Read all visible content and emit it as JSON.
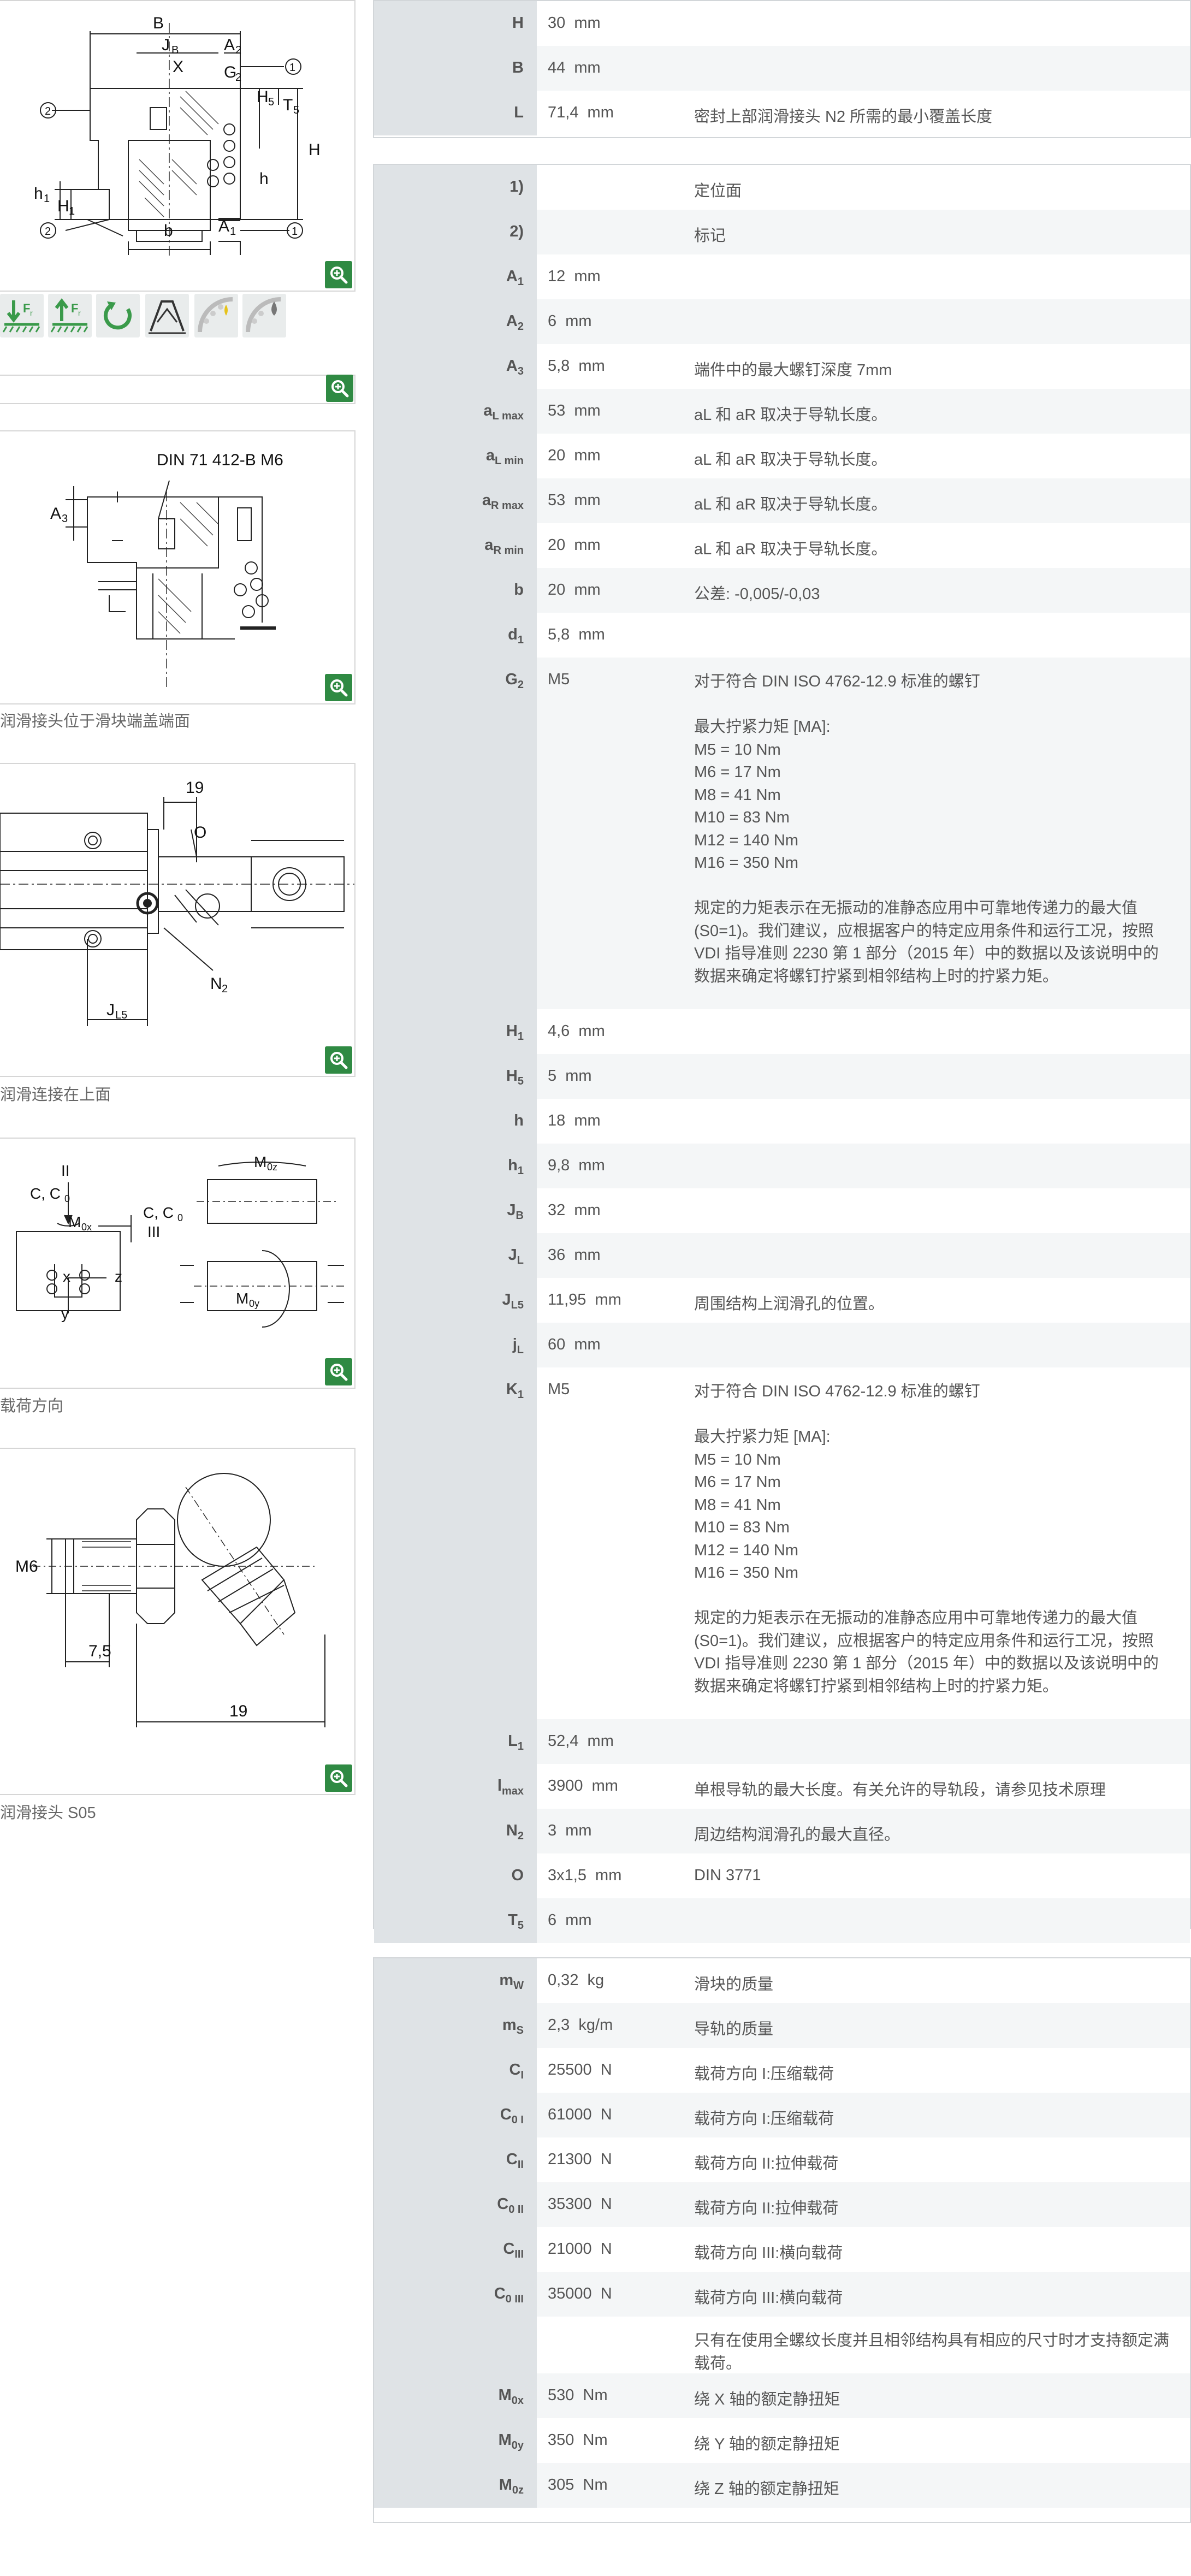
{
  "left": {
    "caption_1": "润滑接头位于滑块端盖端面",
    "caption_2": "润滑连接在上面",
    "caption_3": "载荷方向",
    "caption_4": "润滑接头 S05",
    "search": {
      "value": ""
    },
    "drawing1": {
      "labels": [
        "B",
        "J",
        "B",
        "A",
        "2",
        "X",
        "G",
        "2",
        "H",
        "5",
        "T",
        "5",
        "H",
        "h",
        "h",
        "1",
        "H",
        "1",
        "b",
        "A",
        "1",
        "1",
        "1",
        "2",
        "2"
      ]
    },
    "drawing2": {
      "din": "DIN 71 412-B M6",
      "a3": "A",
      "a3_sub": "3"
    },
    "drawing3": {
      "dim19": "19",
      "o": "O",
      "n2": "N",
      "n2_sub": "2",
      "jl5": "J",
      "jl5_sub": "L5"
    },
    "drawing4": {
      "ii": "II",
      "c_c0_1": "C, C",
      "c0sub": "0",
      "m0x": "M",
      "m0x_sub": "0x",
      "c_c0_2": "C, C",
      "iii": "III",
      "m0z": "M",
      "m0z_sub": "0z",
      "m0y": "M",
      "m0y_sub": "0y",
      "x": "x",
      "z": "z",
      "y": "y"
    },
    "drawing5": {
      "m6": "M6",
      "d75": "7,5",
      "d19": "19"
    }
  },
  "table1": [
    {
      "k": "H",
      "v": "30  mm",
      "d": ""
    },
    {
      "k": "B",
      "v": "44  mm",
      "d": ""
    },
    {
      "k": "L",
      "v": "71,4  mm",
      "d": "密封上部润滑接头 N2 所需的最小覆盖长度"
    }
  ],
  "table2": [
    {
      "k": "1)",
      "v": "",
      "d": "定位面"
    },
    {
      "k": "2)",
      "v": "",
      "d": "标记"
    },
    {
      "k": "A",
      "sub": "1",
      "v": "12  mm",
      "d": ""
    },
    {
      "k": "A",
      "sub": "2",
      "v": "6  mm",
      "d": ""
    },
    {
      "k": "A",
      "sub": "3",
      "v": "5,8  mm",
      "d": "端件中的最大螺钉深度 7mm"
    },
    {
      "k": "a",
      "sub": "L max",
      "v": "53  mm",
      "d": "aL 和 aR 取决于导轨长度。"
    },
    {
      "k": "a",
      "sub": "L min",
      "v": "20  mm",
      "d": "aL 和 aR 取决于导轨长度。"
    },
    {
      "k": "a",
      "sub": "R max",
      "v": "53  mm",
      "d": "aL 和 aR 取决于导轨长度。"
    },
    {
      "k": "a",
      "sub": "R min",
      "v": "20  mm",
      "d": "aL 和 aR 取决于导轨长度。"
    },
    {
      "k": "b",
      "v": "20  mm",
      "d": "公差: -0,005/-0,03"
    },
    {
      "k": "d",
      "sub": "1",
      "v": "5,8  mm",
      "d": ""
    },
    {
      "k": "G",
      "sub": "2",
      "v": "M5",
      "d": "对于符合 DIN ISO 4762-12.9 标准的螺钉\n\n最大拧紧力矩 [MA]:\nM5 = 10 Nm\nM6 = 17 Nm\nM8 = 41 Nm\nM10 = 83 Nm\nM12 = 140 Nm\nM16 = 350 Nm\n\n规定的力矩表示在无振动的准静态应用中可靠地传递力的最大值 (S0=1)。我们建议，应根据客户的特定应用条件和运行工况，按照 VDI 指导准则 2230 第 1 部分（2015 年）中的数据以及该说明中的数据来确定将螺钉拧紧到相邻结构上时的拧紧力矩。"
    },
    {
      "k": "H",
      "sub": "1",
      "v": "4,6  mm",
      "d": ""
    },
    {
      "k": "H",
      "sub": "5",
      "v": "5  mm",
      "d": ""
    },
    {
      "k": "h",
      "v": "18  mm",
      "d": ""
    },
    {
      "k": "h",
      "sub": "1",
      "v": "9,8  mm",
      "d": ""
    },
    {
      "k": "J",
      "sub": "B",
      "v": "32  mm",
      "d": ""
    },
    {
      "k": "J",
      "sub": "L",
      "v": "36  mm",
      "d": ""
    },
    {
      "k": "J",
      "sub": "L5",
      "v": "11,95  mm",
      "d": "周围结构上润滑孔的位置。"
    },
    {
      "k": "j",
      "sub": "L",
      "v": "60  mm",
      "d": ""
    },
    {
      "k": "K",
      "sub": "1",
      "v": "M5",
      "d": "对于符合 DIN ISO 4762-12.9 标准的螺钉\n\n最大拧紧力矩 [MA]:\nM5 = 10 Nm\nM6 = 17 Nm\nM8 = 41 Nm\nM10 = 83 Nm\nM12 = 140 Nm\nM16 = 350 Nm\n\n规定的力矩表示在无振动的准静态应用中可靠地传递力的最大值 (S0=1)。我们建议，应根据客户的特定应用条件和运行工况，按照 VDI 指导准则 2230 第 1 部分（2015 年）中的数据以及该说明中的数据来确定将螺钉拧紧到相邻结构上时的拧紧力矩。"
    },
    {
      "k": "L",
      "sub": "1",
      "v": "52,4  mm",
      "d": ""
    },
    {
      "k": "l",
      "sub": "max",
      "v": "3900  mm",
      "d": "单根导轨的最大长度。有关允许的导轨段，请参见技术原理"
    },
    {
      "k": "N",
      "sub": "2",
      "v": "3  mm",
      "d": "周边结构润滑孔的最大直径。"
    },
    {
      "k": "O",
      "v": "3x1,5  mm",
      "d": "DIN 3771"
    },
    {
      "k": "T",
      "sub": "5",
      "v": "6  mm",
      "d": ""
    }
  ],
  "table3": [
    {
      "k": "m",
      "sub": "W",
      "v": "0,32  kg",
      "d": "滑块的质量"
    },
    {
      "k": "m",
      "sub": "S",
      "v": "2,3  kg/m",
      "d": "导轨的质量"
    },
    {
      "k": "C",
      "sub": "I",
      "v": "25500  N",
      "d": "载荷方向 I:压缩载荷"
    },
    {
      "k": "C",
      "sub": "0 I",
      "v": "61000  N",
      "d": "载荷方向 I:压缩载荷"
    },
    {
      "k": "C",
      "sub": "II",
      "v": "21300  N",
      "d": "载荷方向 II:拉伸载荷"
    },
    {
      "k": "C",
      "sub": "0 II",
      "v": "35300  N",
      "d": "载荷方向 II:拉伸载荷"
    },
    {
      "k": "C",
      "sub": "III",
      "v": "21000  N",
      "d": "载荷方向 III:横向载荷"
    },
    {
      "k": "C",
      "sub": "0 III",
      "v": "35000  N",
      "d": "载荷方向 III:横向载荷"
    },
    {
      "k": "",
      "v": "",
      "d": "只有在使用全螺纹长度并且相邻结构具有相应的尺寸时才支持额定满载荷。"
    },
    {
      "k": "M",
      "sub": "0x",
      "v": "530  Nm",
      "d": "绕 X 轴的额定静扭矩"
    },
    {
      "k": "M",
      "sub": "0y",
      "v": "350  Nm",
      "d": "绕 Y 轴的额定静扭矩"
    },
    {
      "k": "M",
      "sub": "0z",
      "v": "305  Nm",
      "d": "绕 Z 轴的额定静扭矩"
    }
  ],
  "colors": {
    "zoom_green": "#2f8a43",
    "key_col": "#dfe3e6",
    "icon_green": "#3a9a4a"
  }
}
